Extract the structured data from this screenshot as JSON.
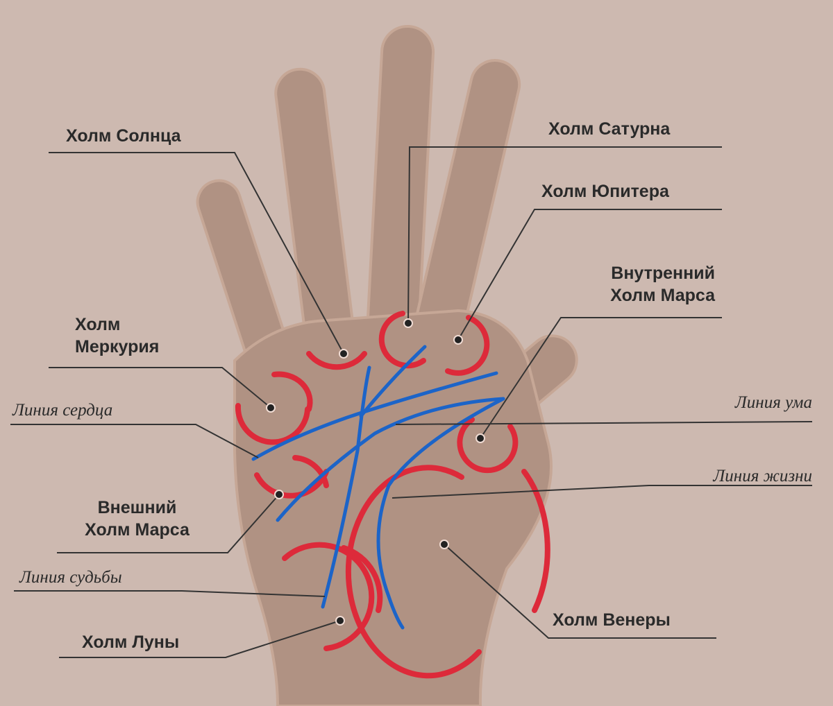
{
  "colors": {
    "background": "#cdb9b0",
    "hand": "#b09283",
    "hand_edge": "#c6a796",
    "mount_ring": "#dd2a3a",
    "palm_line": "#1c64c8",
    "leader_line": "#333333",
    "text": "#2a2a2a"
  },
  "labels": {
    "mount_sun": "Холм Солнца",
    "mount_saturn": "Холм Сатурна",
    "mount_jupiter": "Холм Юпитера",
    "inner_mars": "Внутренний\nХолм Марса",
    "mount_mercury": "Холм\nМеркурия",
    "heart_line": "Линия сердца",
    "head_line": "Линия ума",
    "life_line": "Линия жизни",
    "outer_mars": "Внешний\nХолм Марса",
    "fate_line": "Линия судьбы",
    "mount_moon": "Холм Луны",
    "mount_venus": "Холм Венеры"
  }
}
